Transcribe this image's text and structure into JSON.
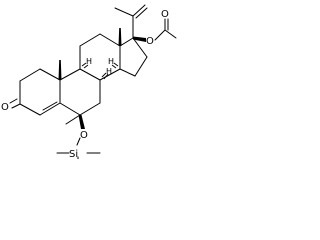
{
  "molecule": {
    "atoms": {
      "ketone_oxygen": "O",
      "ester_oxygen": "O",
      "acyl_oxygen": "O",
      "silyl_ether_oxygen": "O",
      "silicon": "Si",
      "stereo_h_8": "H",
      "stereo_h_9": "H",
      "stereo_h_14": "H"
    }
  }
}
